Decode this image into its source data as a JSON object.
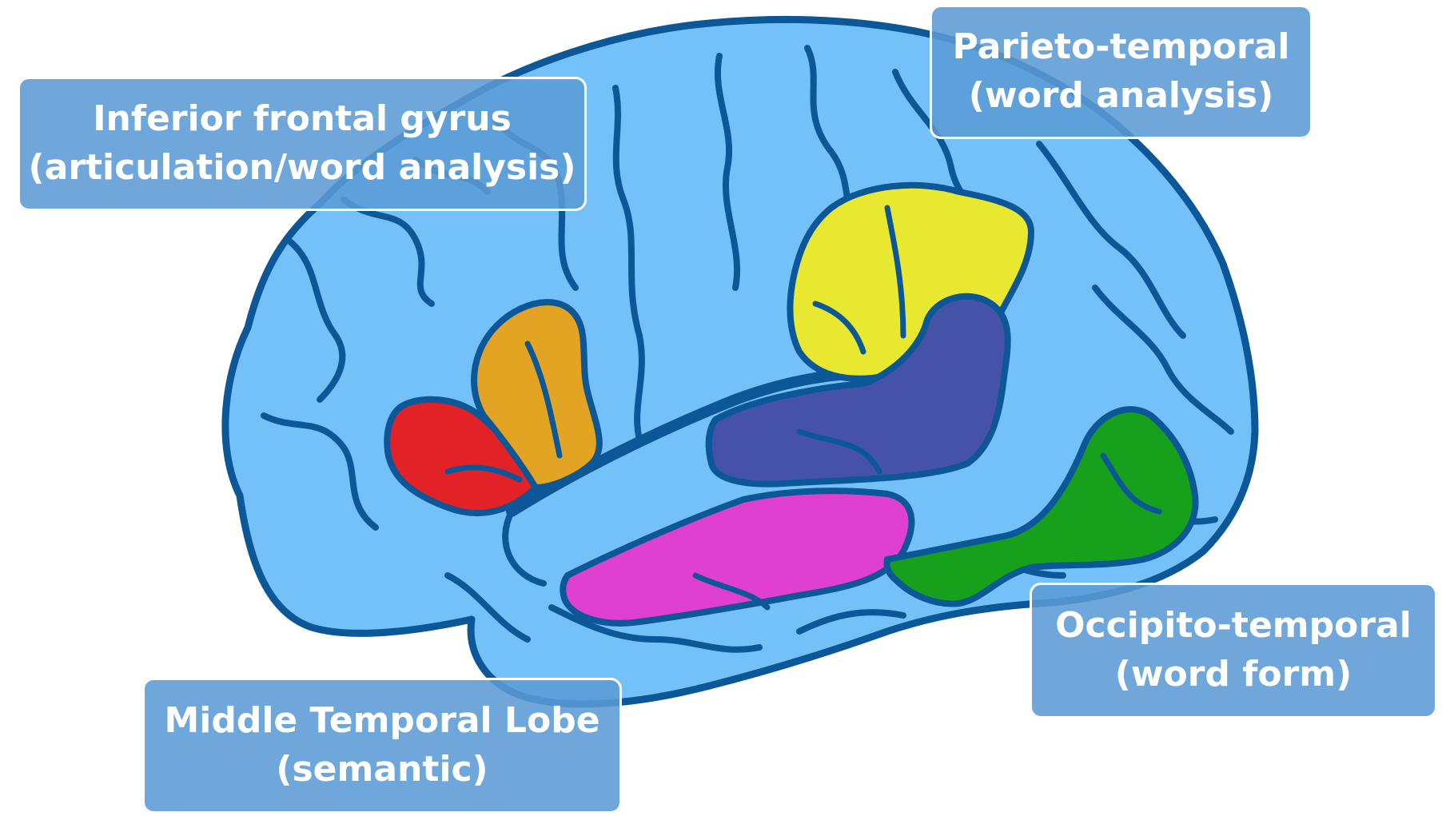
{
  "colors": {
    "brain_fill": "#74C0F8",
    "brain_outline": "#0B5797",
    "label_box": "#5B9BD5",
    "label_text": "#FFFFFF",
    "region_red": "#E32227",
    "region_orange": "#E3A323",
    "region_yellow": "#E8E830",
    "region_purple": "#4652A8",
    "region_magenta": "#E040CF",
    "region_green": "#16A01C"
  },
  "labels": {
    "inferior_frontal": {
      "line1": "Inferior frontal gyrus",
      "line2": "(articulation/word analysis)"
    },
    "parieto_temporal": {
      "line1": "Parieto-temporal",
      "line2": "(word analysis)"
    },
    "occipito_temporal": {
      "line1": "Occipito-temporal",
      "line2": "(word form)"
    },
    "middle_temporal": {
      "line1": "Middle Temporal Lobe",
      "line2": "(semantic)"
    }
  }
}
